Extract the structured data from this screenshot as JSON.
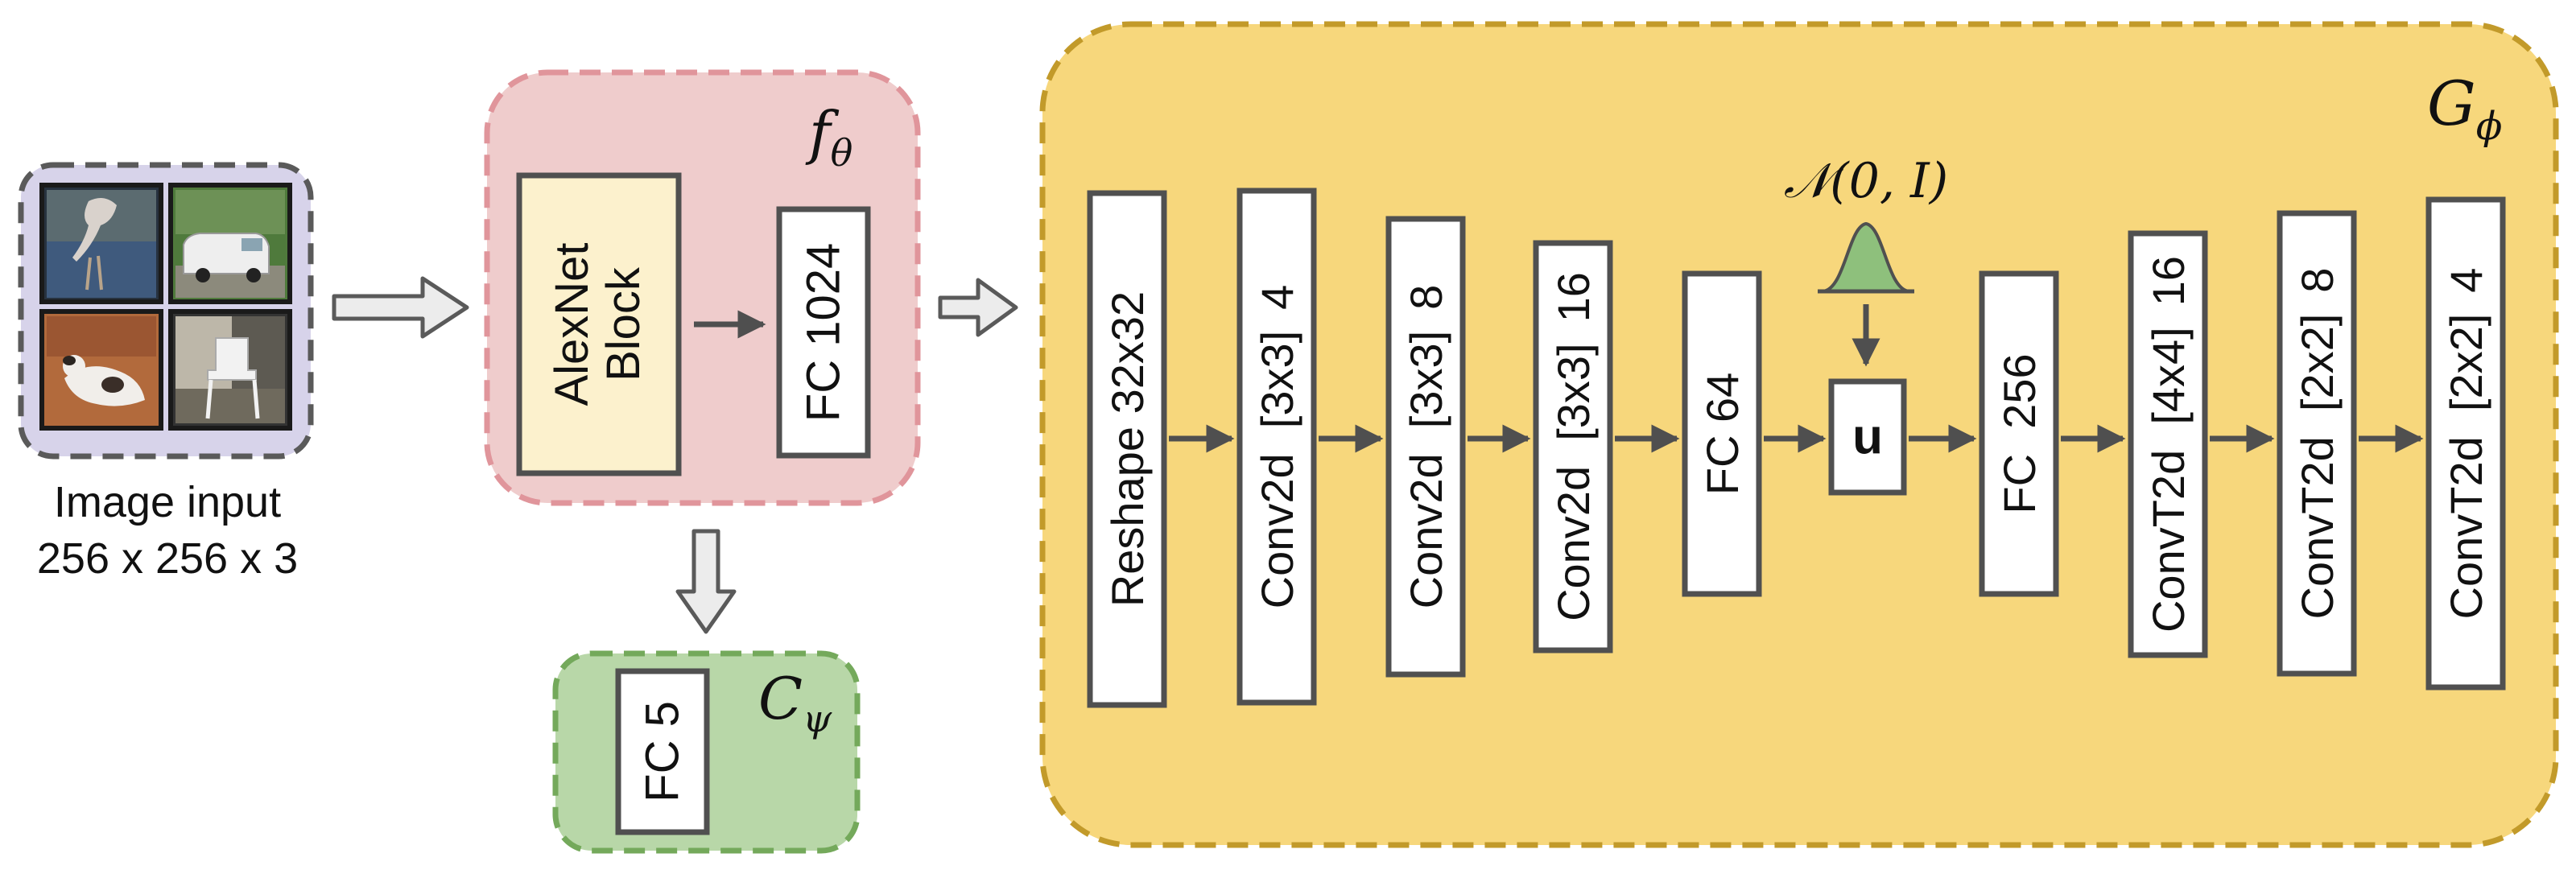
{
  "input": {
    "caption_line1": "Image input",
    "caption_line2": "256 x 256 x 3",
    "thumbnails": [
      "bird-wading-photo",
      "white-van-photo",
      "lying-dog-photo",
      "white-chair-photo"
    ]
  },
  "encoder": {
    "symbol_base": "f",
    "symbol_sub": "θ",
    "alexnet_line1": "AlexNet",
    "alexnet_line2": "Block",
    "fc_label": "FC 1024"
  },
  "classifier": {
    "symbol_base": "C",
    "symbol_sub": "ψ",
    "fc_label": "FC 5"
  },
  "generator": {
    "symbol_base": "G",
    "symbol_sub": "ϕ",
    "noise_label": "𝒩(0, I)",
    "latent_label": "u",
    "layers": [
      {
        "name": "Reshape 32x32",
        "size": ""
      },
      {
        "name": "Conv2d  [3x3]",
        "size": "4"
      },
      {
        "name": "Conv2d  [3x3]",
        "size": "8"
      },
      {
        "name": "Conv2d  [3x3]",
        "size": "16"
      },
      {
        "name": "FC 64",
        "size": ""
      },
      {
        "name": "FC  256",
        "size": ""
      },
      {
        "name": "ConvT2d  [4x4]",
        "size": "16"
      },
      {
        "name": "ConvT2d  [2x2]",
        "size": "8"
      },
      {
        "name": "ConvT2d  [2x2]",
        "size": "4"
      }
    ]
  },
  "colors": {
    "input_panel": "#d7d3ea",
    "encoder_panel": "#efcccc",
    "encoder_border": "#e0959b",
    "alexnet_fill": "#fcf1cd",
    "classifier_panel": "#b8d7a8",
    "classifier_border": "#74a95b",
    "generator_panel": "#f7d77c",
    "generator_border": "#c29a2a",
    "gaussian": "#8ec07c",
    "box_stroke": "#505050",
    "arrow": "#4f4f4f"
  }
}
